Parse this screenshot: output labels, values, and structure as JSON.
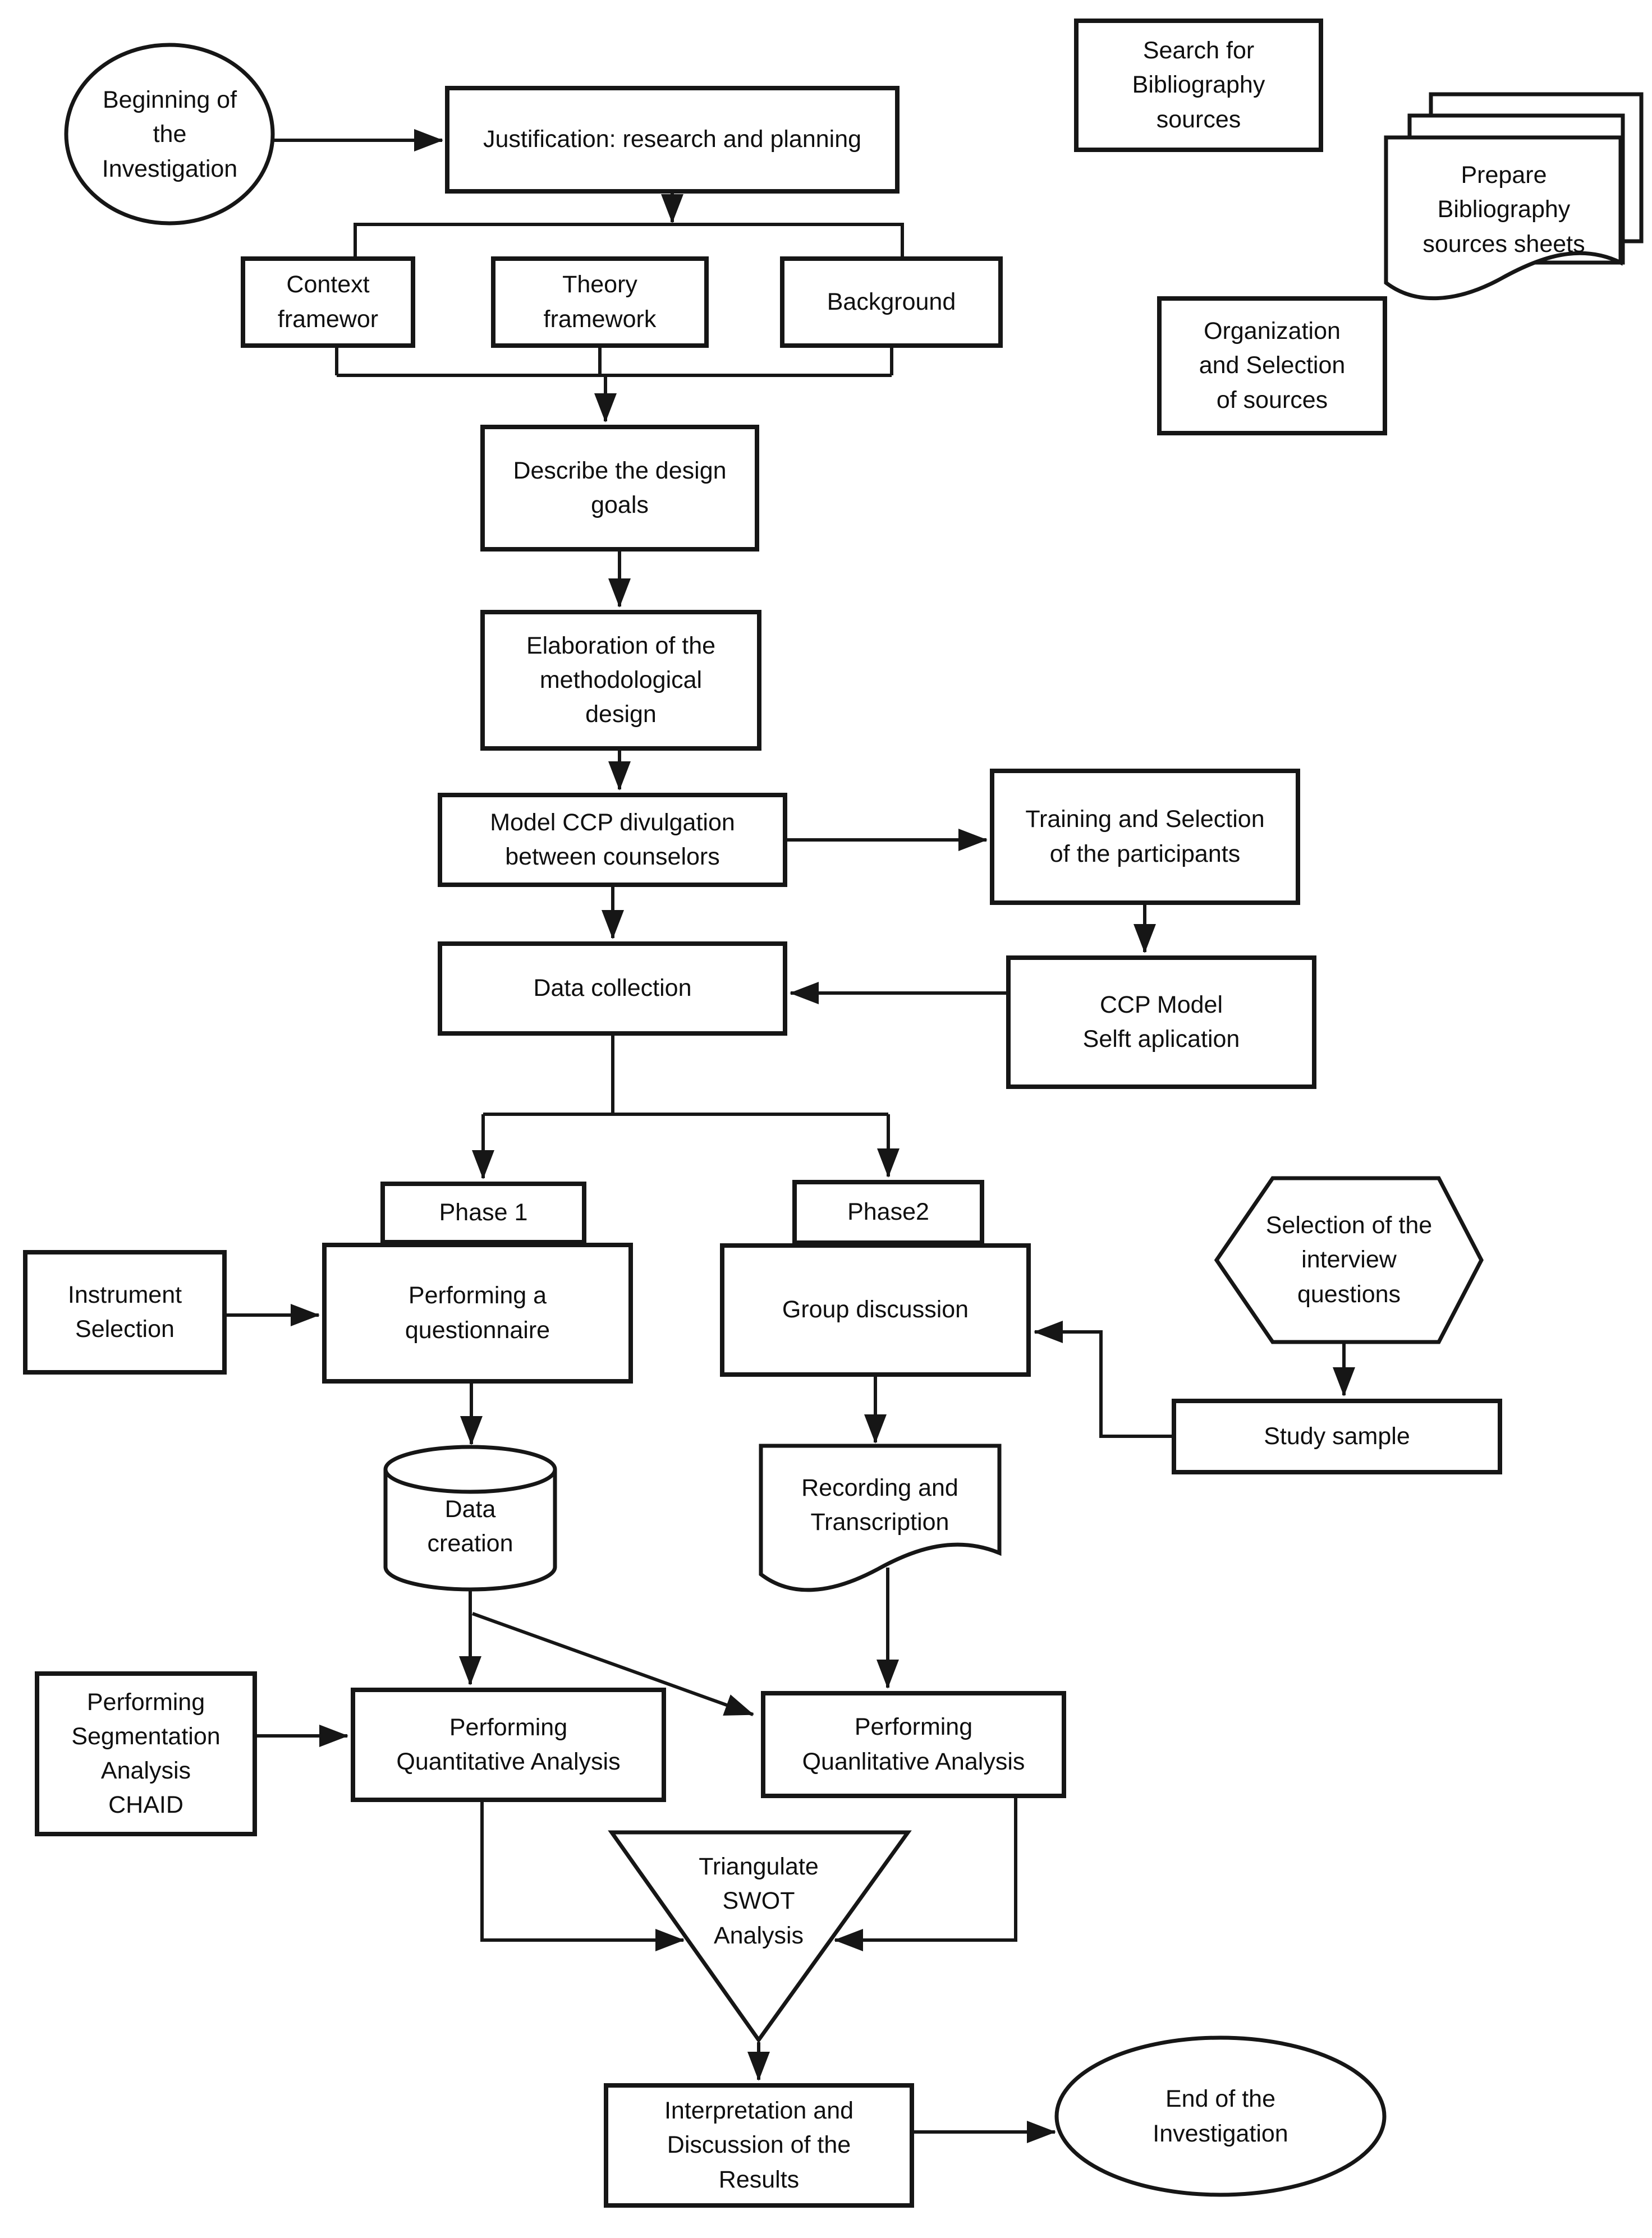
{
  "diagram": {
    "background_color": "#ffffff",
    "line_color": "#161616",
    "text_color": "#0f0f0f",
    "nodes": {
      "beginning": {
        "shape": "ellipse",
        "label": "Beginning of\nthe\nInvestigation"
      },
      "justification": {
        "shape": "rect",
        "label": "Justification: research and planning"
      },
      "search_sources": {
        "shape": "rect",
        "label": "Search for\nBibliography\nsources"
      },
      "prepare_sheets": {
        "shape": "multi-document",
        "label": "Prepare\nBibliography\nsources sheets"
      },
      "context_framework": {
        "shape": "rect",
        "label": "Context\nframewor"
      },
      "theory_framework": {
        "shape": "rect",
        "label": "Theory\nframework"
      },
      "background": {
        "shape": "rect",
        "label": "Background"
      },
      "organization": {
        "shape": "rect",
        "label": "Organization\nand Selection\nof sources"
      },
      "design_goals": {
        "shape": "rect",
        "label": "Describe the design\ngoals"
      },
      "methodological_design": {
        "shape": "rect",
        "label": "Elaboration of the\nmethodological\ndesign"
      },
      "model_ccp": {
        "shape": "rect",
        "label": "Model CCP divulgation\nbetween counselors"
      },
      "training_selection": {
        "shape": "rect",
        "label": "Training and Selection\nof the participants"
      },
      "data_collection": {
        "shape": "rect",
        "label": "Data collection"
      },
      "ccp_self_application": {
        "shape": "rect",
        "label": "CCP Model\nSelft aplication"
      },
      "phase1": {
        "shape": "rect",
        "label": "Phase 1"
      },
      "questionnaire": {
        "shape": "rect",
        "label": "Performing a\nquestionnaire"
      },
      "phase2": {
        "shape": "rect",
        "label": "Phase2"
      },
      "group_discussion": {
        "shape": "rect",
        "label": "Group discussion"
      },
      "instrument_selection": {
        "shape": "rect",
        "label": "Instrument\nSelection"
      },
      "interview_questions": {
        "shape": "hexagon",
        "label": "Selection of the\ninterview\nquestions"
      },
      "study_sample": {
        "shape": "rect",
        "label": "Study sample"
      },
      "data_creation": {
        "shape": "cylinder",
        "label": "Data\ncreation"
      },
      "recording_transcription": {
        "shape": "document",
        "label": "Recording and\nTranscription"
      },
      "segmentation_chaid": {
        "shape": "rect",
        "label": "Performing\nSegmentation\nAnalysis\nCHAID"
      },
      "quantitative_analysis": {
        "shape": "rect",
        "label": "Performing\nQuantitative Analysis"
      },
      "qualitative_analysis": {
        "shape": "rect",
        "label": "Performing\nQuanlitative Analysis"
      },
      "triangulate_swot": {
        "shape": "triangle",
        "label": "Triangulate\nSWOT\nAnalysis"
      },
      "interpretation": {
        "shape": "rect",
        "label": "Interpretation and\nDiscussion of the\nResults"
      },
      "end": {
        "shape": "ellipse",
        "label": "End of the\nInvestigation"
      }
    }
  }
}
